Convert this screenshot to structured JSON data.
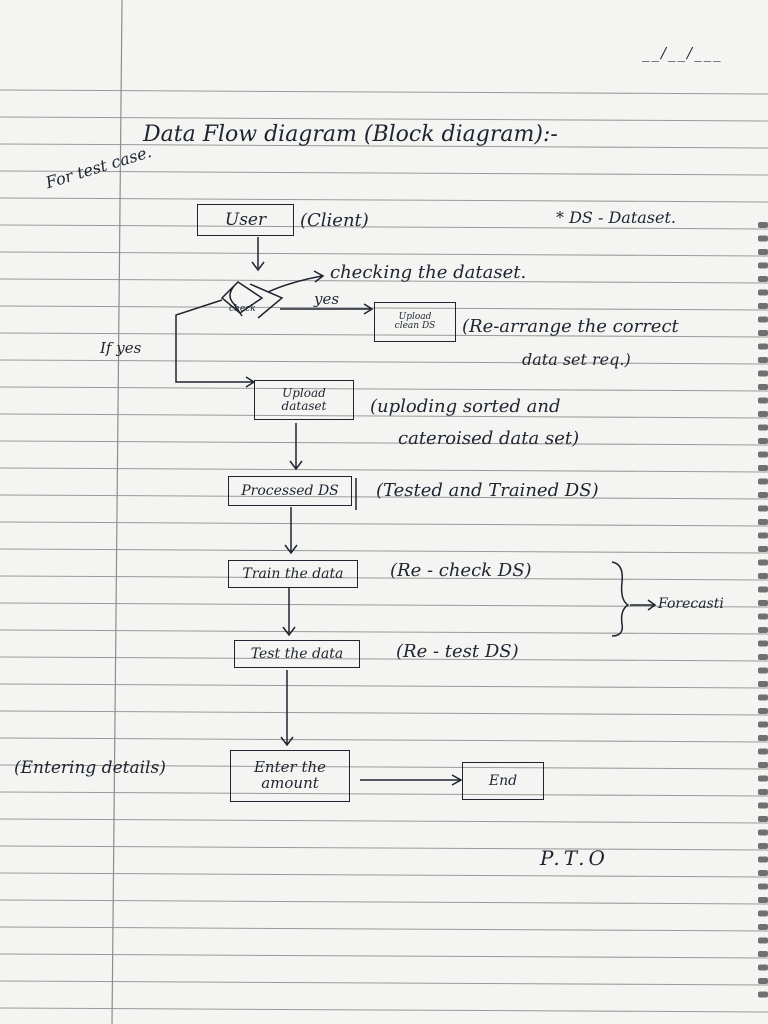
{
  "header": {
    "date_blank": "__/__/___"
  },
  "title": "Data Flow diagram (Block diagram):-",
  "side_note": "For test case.",
  "legend": "* DS - Dataset.",
  "nodes": {
    "user": {
      "label": "User",
      "note": "(Client)"
    },
    "check": {
      "label": "check",
      "note": "checking the dataset.",
      "yes_label": "yes",
      "if_yes_label": "If yes"
    },
    "upload_clean": {
      "line1": "Upload",
      "line2": "clean DS",
      "note_line1": "(Re-arrange the correct",
      "note_line2": "data set req.)"
    },
    "upload_dataset": {
      "line1": "Upload",
      "line2": "dataset",
      "note_line1": "(uploding sorted and",
      "note_line2": "cateroised data set)"
    },
    "processed": {
      "label": "Processed DS",
      "note": "(Tested and Trained DS)"
    },
    "train": {
      "label": "Train the data",
      "note": "(Re - check DS)"
    },
    "test": {
      "label": "Test the data",
      "note": "(Re - test DS)"
    },
    "forecast": {
      "label": "Forecasti"
    },
    "enter": {
      "line1": "Enter the",
      "line2": "amount",
      "note": "(Entering details)"
    },
    "end": {
      "label": "End"
    }
  },
  "footer": {
    "pto": "P.T.O"
  },
  "colors": {
    "paper": "#f4f4f2",
    "rule": "#9a9a9a",
    "margin": "#8d8d8d",
    "ink": "#1e2430",
    "binding": "#444444"
  }
}
